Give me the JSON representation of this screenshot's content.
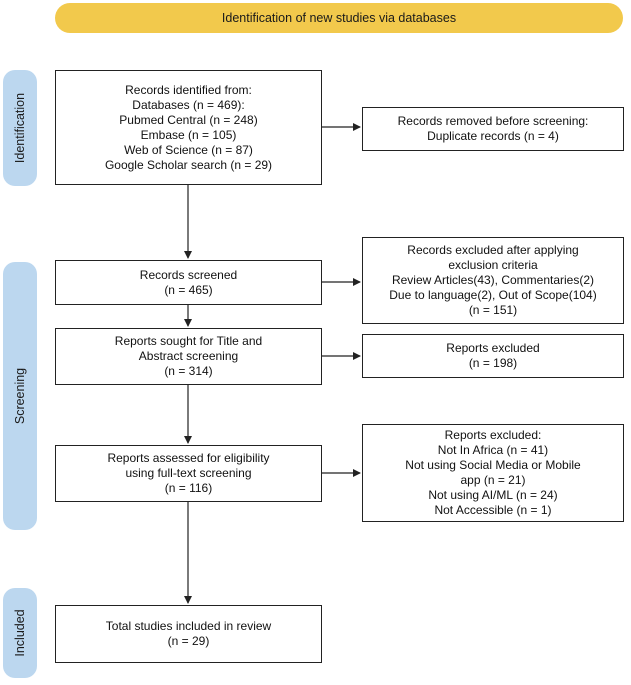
{
  "header": {
    "title": "Identification of new studies via databases"
  },
  "phases": {
    "identification": "Identification",
    "screening": "Screening",
    "included": "Included"
  },
  "boxes": {
    "records_identified": [
      "Records identified from:",
      "Databases (n = 469):",
      "Pubmed Central (n = 248)",
      "Embase (n = 105)",
      "Web of Science (n = 87)",
      "Google Scholar search (n = 29)"
    ],
    "records_removed": [
      "Records removed before screening:",
      "Duplicate records (n = 4)"
    ],
    "records_screened": [
      "Records screened",
      "(n = 465)"
    ],
    "records_excluded": [
      "Records excluded after applying",
      "exclusion criteria",
      "Review Articles(43), Commentaries(2)",
      "Due to language(2), Out of Scope(104)",
      "(n = 151)"
    ],
    "reports_sought": [
      "Reports sought for Title and",
      "Abstract screening",
      "(n = 314)"
    ],
    "reports_excluded_1": [
      "Reports excluded",
      "(n = 198)"
    ],
    "reports_assessed": [
      "Reports assessed for eligibility",
      "using full-text screening",
      "(n = 116)"
    ],
    "reports_excluded_2": [
      "Reports excluded:",
      "Not In Africa (n = 41)",
      "Not using Social Media or Mobile",
      "app (n = 21)",
      "Not using AI/ML (n = 24)",
      "Not Accessible (n = 1)"
    ],
    "total_included": [
      "Total studies included in review",
      "(n = 29)"
    ]
  },
  "colors": {
    "header": "#f2c94c",
    "phase": "#bcd7ef",
    "border": "#222222"
  }
}
